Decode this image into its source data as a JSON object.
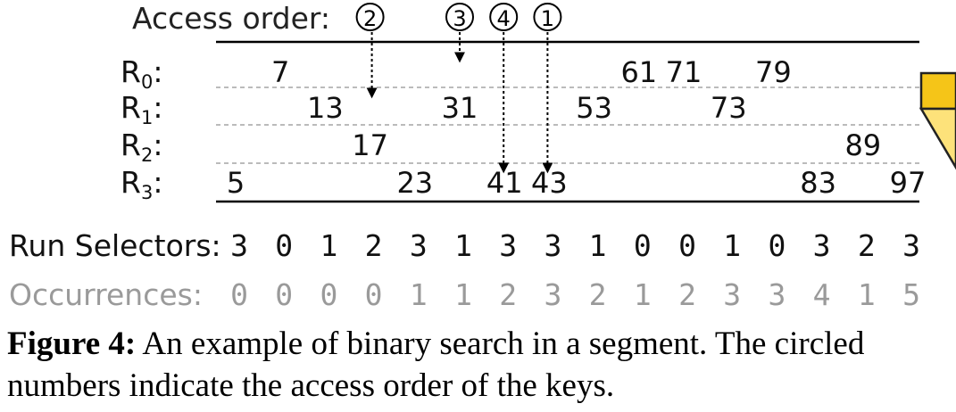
{
  "access_label": "Access order:",
  "access_marks": [
    {
      "label": "2",
      "col": 3
    },
    {
      "label": "3",
      "col": 5
    },
    {
      "label": "4",
      "col": 6
    },
    {
      "label": "1",
      "col": 7
    }
  ],
  "runs": [
    {
      "name": "R",
      "sub": "0",
      "keys": [
        {
          "v": "7",
          "col": 1
        },
        {
          "v": "61",
          "col": 9
        },
        {
          "v": "71",
          "col": 10
        },
        {
          "v": "79",
          "col": 12
        }
      ]
    },
    {
      "name": "R",
      "sub": "1",
      "keys": [
        {
          "v": "13",
          "col": 2
        },
        {
          "v": "31",
          "col": 5
        },
        {
          "v": "53",
          "col": 8
        },
        {
          "v": "73",
          "col": 11
        }
      ]
    },
    {
      "name": "R",
      "sub": "2",
      "keys": [
        {
          "v": "17",
          "col": 3
        },
        {
          "v": "89",
          "col": 14
        }
      ]
    },
    {
      "name": "R",
      "sub": "3",
      "keys": [
        {
          "v": "5",
          "col": 0
        },
        {
          "v": "23",
          "col": 4
        },
        {
          "v": "41",
          "col": 6
        },
        {
          "v": "43",
          "col": 7
        },
        {
          "v": "83",
          "col": 13
        },
        {
          "v": "97",
          "col": 15
        }
      ]
    }
  ],
  "arrows": [
    {
      "col": 3,
      "to_row": 1
    },
    {
      "col": 5,
      "to_row": 0
    },
    {
      "col": 6,
      "to_row": 3
    },
    {
      "col": 7,
      "to_row": 3
    }
  ],
  "run_selectors": {
    "label": "Run Selectors:",
    "values": [
      "3",
      "0",
      "1",
      "2",
      "3",
      "1",
      "3",
      "3",
      "1",
      "0",
      "0",
      "1",
      "0",
      "3",
      "2",
      "3"
    ]
  },
  "occurrences": {
    "label": "Occurrences:",
    "values": [
      "0",
      "0",
      "0",
      "0",
      "1",
      "1",
      "2",
      "3",
      "2",
      "1",
      "2",
      "3",
      "3",
      "4",
      "1",
      "5"
    ]
  },
  "caption": {
    "prefix": "Figure 4:",
    "text": " An example of binary search in a segment. The circled numbers indicate the access order of the keys."
  },
  "colors": {
    "highlight_fill": "#f5c518",
    "highlight_stroke": "#222222",
    "dashed_line": "#bbbbbb",
    "occurrence_text": "#9a9a9a"
  }
}
